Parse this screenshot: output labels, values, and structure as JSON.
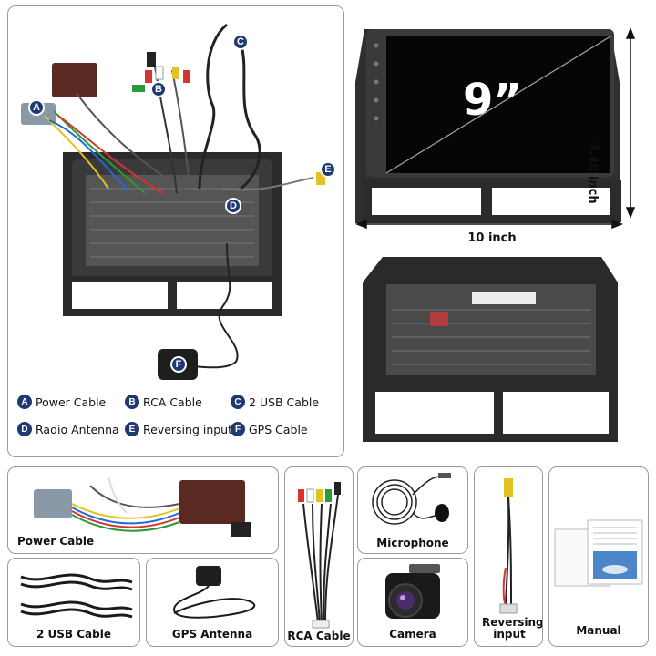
{
  "legend": [
    {
      "key": "A",
      "label": "Power Cable"
    },
    {
      "key": "B",
      "label": "RCA Cable"
    },
    {
      "key": "C",
      "label": "2 USB Cable"
    },
    {
      "key": "D",
      "label": "Radio Antenna"
    },
    {
      "key": "E",
      "label": "Reversing input"
    },
    {
      "key": "F",
      "label": "GPS Cable"
    }
  ],
  "screen": {
    "size_label": "9”",
    "height_label": "7.48 inch",
    "width_label": "10 inch"
  },
  "accessories": {
    "power_cable": "Power Cable",
    "rca_cable": "RCA Cable",
    "microphone": "Microphone",
    "reversing_input": "Reversing input",
    "manual": "Manual",
    "usb_cable": "2 USB Cable",
    "gps_antenna": "GPS Antenna",
    "camera": "Camera"
  }
}
